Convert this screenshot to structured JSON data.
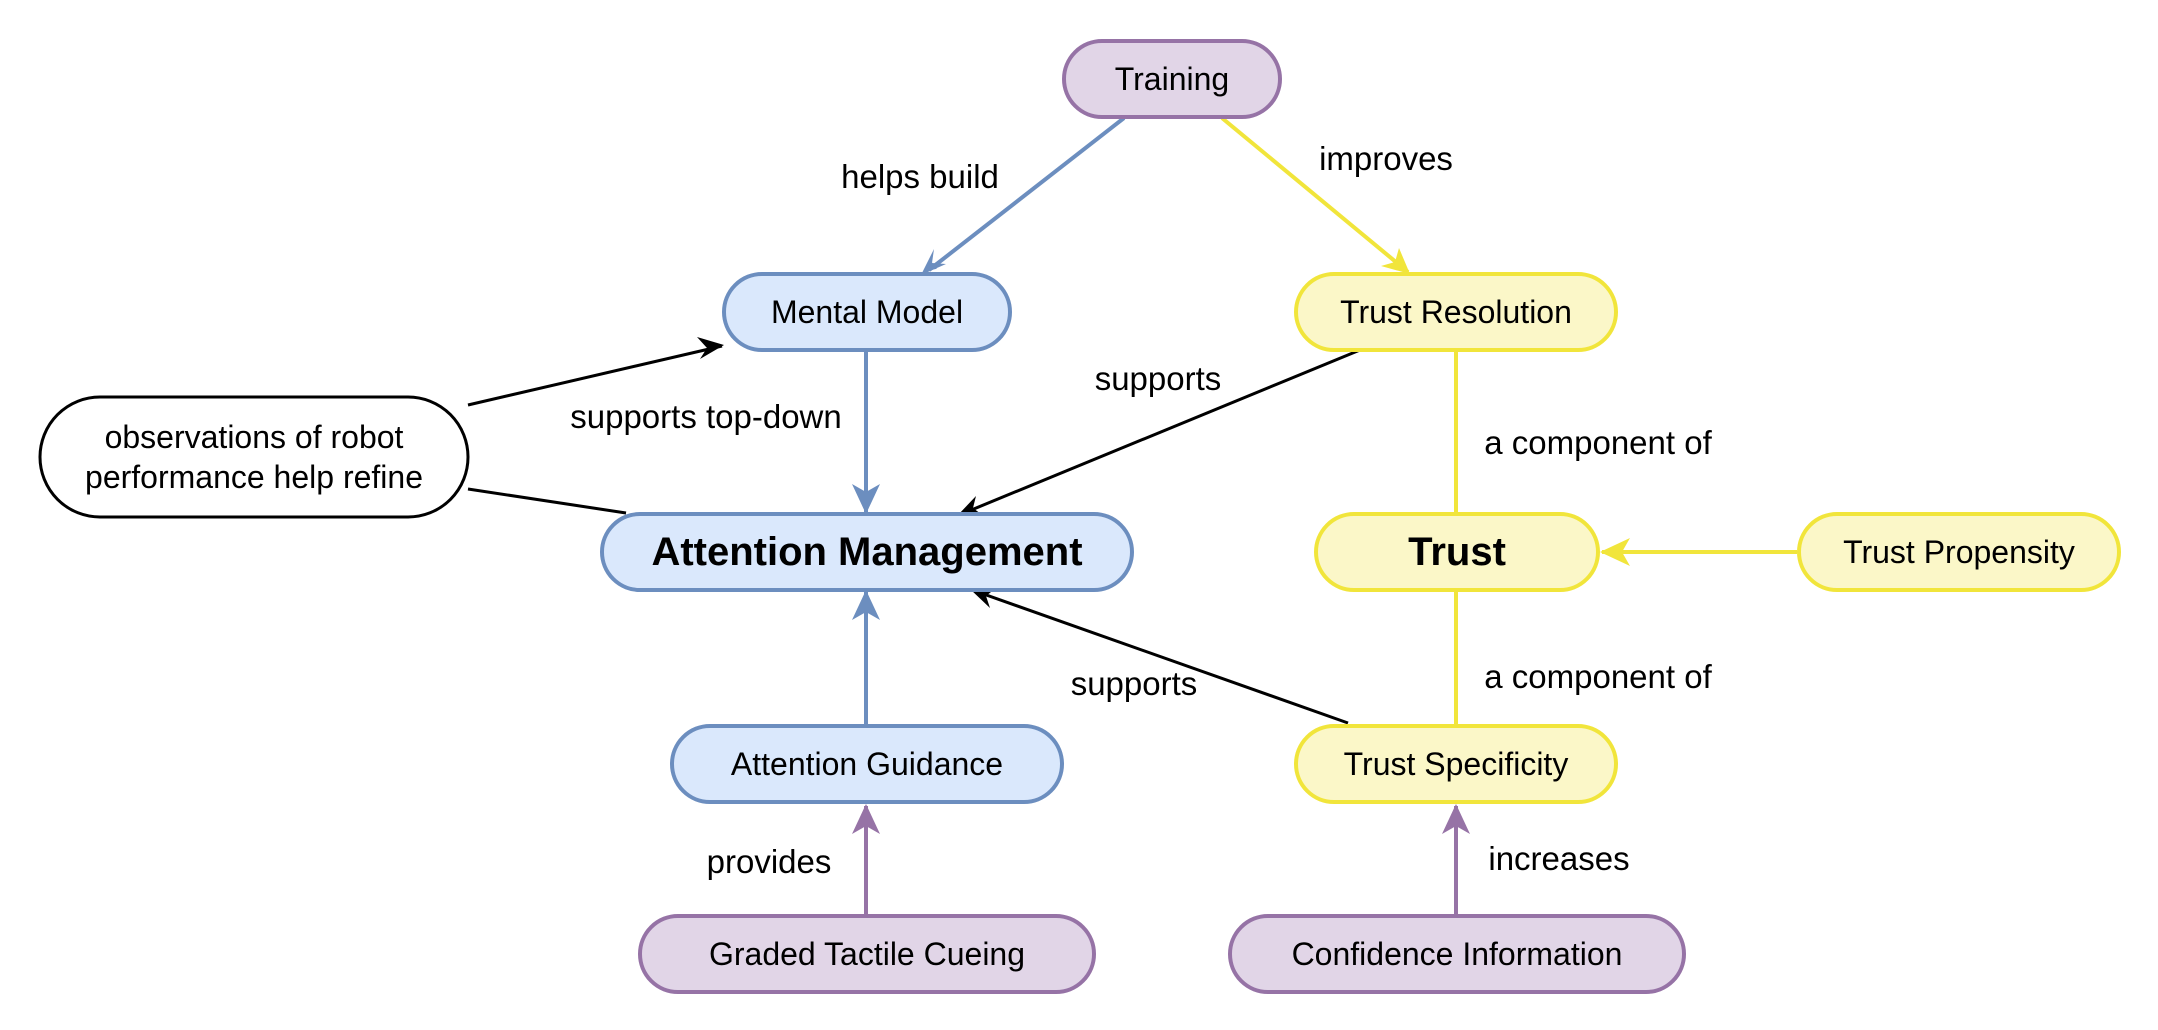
{
  "colors": {
    "blue_fill": "#dae8fc",
    "blue_stroke": "#6c8ebf",
    "yellow_fill": "#fbf7c8",
    "yellow_stroke": "#f1e53b",
    "purple_fill": "#e1d5e7",
    "purple_stroke": "#9673a6",
    "white_fill": "#ffffff",
    "black_stroke": "#000000"
  },
  "nodes": {
    "training": "Training",
    "mental_model": "Mental Model",
    "trust_resolution": "Trust Resolution",
    "observations_line1": "observations of robot",
    "observations_line2": "performance help refine",
    "attention_management": "Attention Management",
    "trust": "Trust",
    "trust_propensity": "Trust Propensity",
    "attention_guidance": "Attention Guidance",
    "trust_specificity": "Trust Specificity",
    "graded_tactile_cueing": "Graded Tactile Cueing",
    "confidence_information": "Confidence Information"
  },
  "edges": {
    "helps_build": "helps build",
    "improves": "improves",
    "supports_top_down": "supports top-down",
    "supports_resolution": "supports",
    "a_component_of_upper": "a component of",
    "a_component_of_lower": "a component of",
    "supports_specificity": "supports",
    "provides": "provides",
    "increases": "increases"
  }
}
